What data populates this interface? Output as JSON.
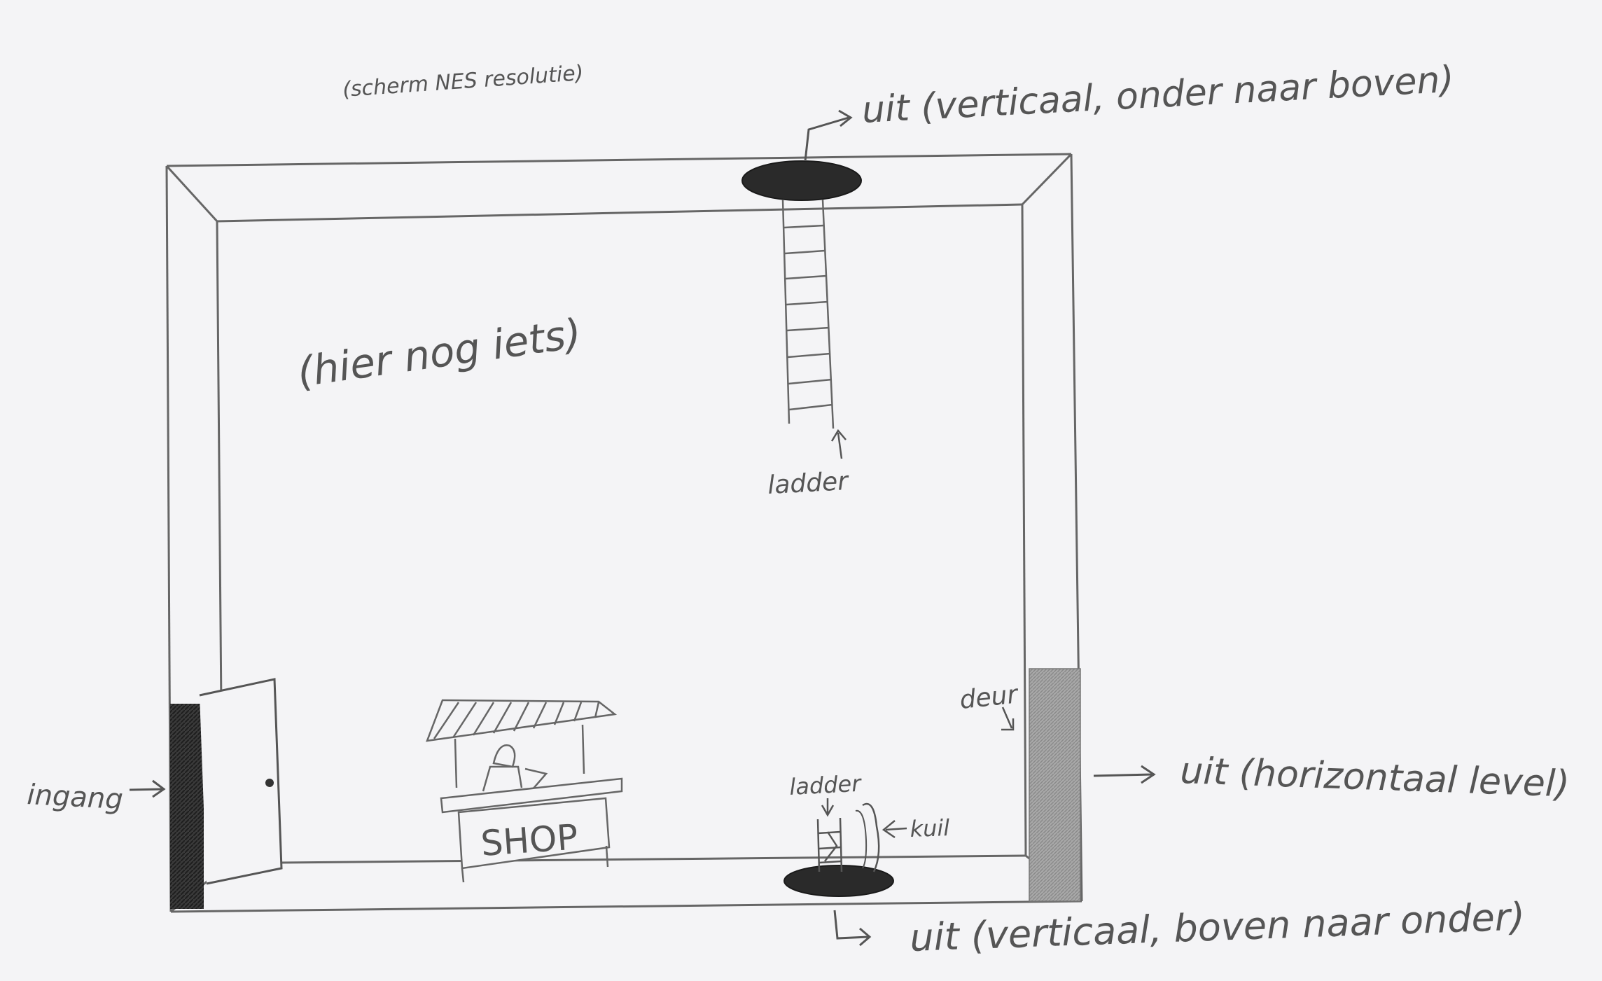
{
  "labels": {
    "screen_note": "(scherm NES resolutie)",
    "exit_top": "uit (verticaal, onder naar boven)",
    "placeholder": "(hier nog iets)",
    "ladder_top": "ladder",
    "entrance": "ingang",
    "shop": "SHOP",
    "door": "deur",
    "exit_right": "uit (horizontaal level)",
    "ladder_bottom": "ladder",
    "hole": "kuil",
    "exit_bottom": "uit (verticaal, boven naar onder)"
  },
  "colors": {
    "pencil": "#555555",
    "dark_fill": "#2a2a2a",
    "door_shade": "#9a9a9a",
    "paper": "#f4f4f6"
  }
}
